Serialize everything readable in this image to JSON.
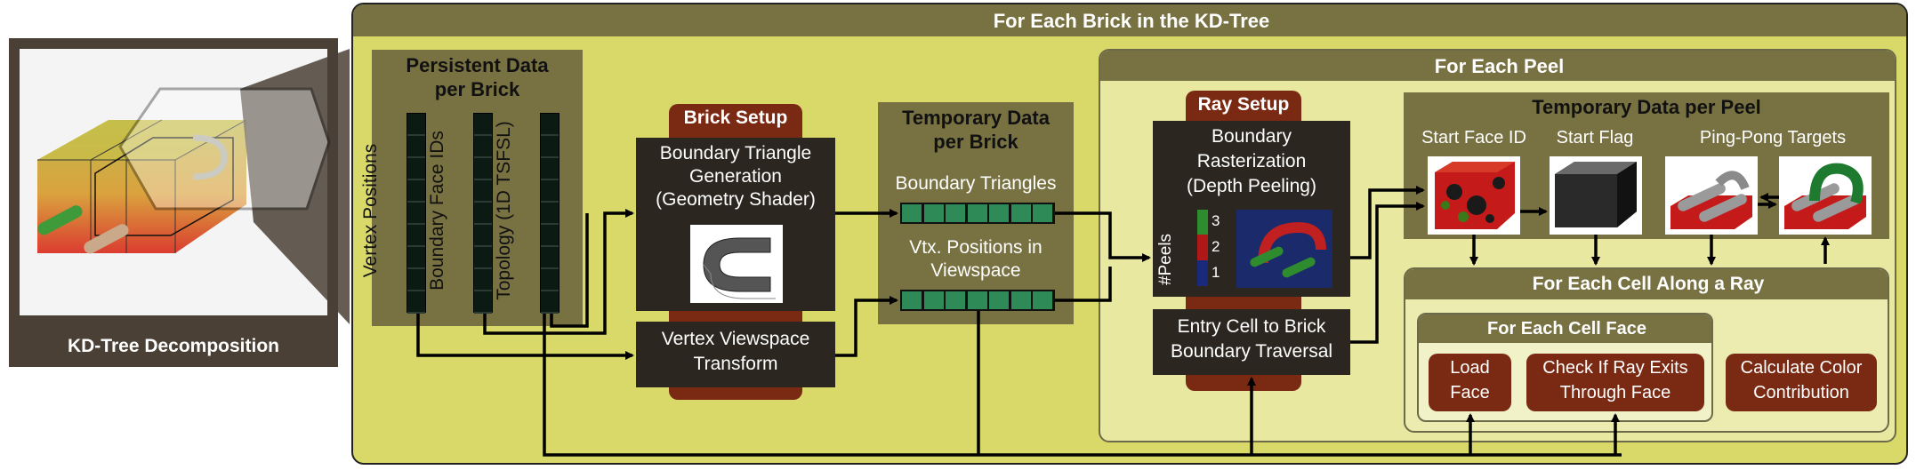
{
  "kd_panel": {
    "label": "KD-Tree Decomposition"
  },
  "outer": {
    "title": "For Each Brick in the KD-Tree"
  },
  "persistent": {
    "title_line1": "Persistent Data",
    "title_line2": "per Brick",
    "columns": [
      "Vertex Positions",
      "Boundary Face IDs",
      "Topology (1D TSFSL)"
    ]
  },
  "brick_setup": {
    "title": "Brick Setup",
    "gen_line1": "Boundary Triangle",
    "gen_line2": "Generation",
    "gen_line3": "(Geometry Shader)",
    "transform_line1": "Vertex Viewspace",
    "transform_line2": "Transform"
  },
  "temporary_brick": {
    "title_line1": "Temporary Data",
    "title_line2": "per Brick",
    "tri_label": "Boundary Triangles",
    "vtx_line1": "Vtx. Positions in",
    "vtx_line2": "Viewspace"
  },
  "peel": {
    "title": "For Each Peel"
  },
  "ray_setup": {
    "title": "Ray Setup",
    "raster_line1": "Boundary",
    "raster_line2": "Rasterization",
    "raster_line3": "(Depth Peeling)",
    "peels_label": "#Peels",
    "peel_levels": [
      "3",
      "2",
      "1"
    ],
    "traversal_line1": "Entry Cell to Brick",
    "traversal_line2": "Boundary Traversal"
  },
  "temporary_peel": {
    "title": "Temporary Data per Peel",
    "start_face": "Start Face ID",
    "start_flag": "Start Flag",
    "ping_pong": "Ping-Pong Targets"
  },
  "cell": {
    "title": "For Each Cell Along a Ray"
  },
  "face": {
    "title": "For Each Cell Face",
    "load_line1": "Load",
    "load_line2": "Face",
    "check_line1": "Check If Ray Exits",
    "check_line2": "Through Face"
  },
  "color": {
    "line1": "Calculate Color",
    "line2": "Contribution"
  },
  "colors": {
    "outer_fill": "#d9d96a",
    "olive": "#787142",
    "dark": "#2b2620",
    "rust": "#7a2a12",
    "cell_green": "#2e8b57"
  }
}
